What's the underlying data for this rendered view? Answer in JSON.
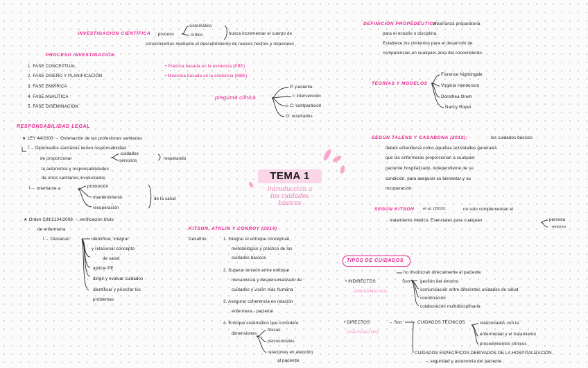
{
  "title": "TEMA 1",
  "subtitle": [
    "introducción a",
    "los cuidados",
    "básicos"
  ],
  "investigacion": {
    "heading": "INVESTIGACIÓN CIENTÍFICA",
    "proceso": ": proceso",
    "sistematico": "sistemático",
    "critico": "crítico",
    "line1": "busca incrementar el cuerpo de",
    "line2": "conocimientos mediante el descubrimiento de nuevos hechos y relaciones"
  },
  "proceso_investigacion": {
    "heading": "PROCESO INVESTIGACIÓN",
    "steps": [
      "1. FASE CONCEPTUAL",
      "2. FASE DISEÑO Y PLANIFICACIÓN",
      "3. FASE EMPÍRICA",
      "4. FASE ANALÍTICA",
      "5. FASE DISEMINACIÓN"
    ]
  },
  "evidencia": [
    "• Práctica basada en la evidencia (PBE)",
    "• Medicina basada en la evidencia (MBE)"
  ],
  "pregunta_clinica": {
    "label": "pregunta clínica",
    "items": [
      "P: paciente",
      "I: intervención",
      "C: comparación",
      "O: resultados"
    ]
  },
  "definicion": {
    "heading": "DEFINICIÓN PROPEDÉUTICA:",
    "lines": [
      "enseñanza preparatoria",
      "para el estudio o disciplina.",
      "Establece los cimientos para el desarrollo de",
      "competencias en cualquier área del conocimiento."
    ]
  },
  "teorias": {
    "heading": "TEORÍAS Y MODELOS",
    "authors": [
      "Florence Nightingale",
      "Virginia Henderson",
      "Dorothea Orem",
      "Nancy Roper"
    ]
  },
  "responsabilidad": {
    "heading": "RESPONSABILIDAD LEGAL",
    "ley": "★ LEY 44/2003 → Ordenación de las profesiones sanitarias",
    "diplomados": "└→ Diplomados sanitarios tienen responsabilidad",
    "de_prop": "de proporcionar",
    "cuidados": "cuidados",
    "servicios": "servicios",
    "respetando": "respetando",
    "autonomia": "la autonomía y responsabilidades",
    "otros": "de otros sanitarios involucrados",
    "orientarse": "└→ orientarse a",
    "promocion": "promoción",
    "mantenimiento": "mantenimiento",
    "recuperacion": "recuperación",
    "salud": "de la salud",
    "orden": "★ Orden CIN/2134/2008 → verificación título",
    "enfermeria": "de enfermería",
    "destacan": "└→ Destacan:",
    "verbs": [
      "identificar, integrar",
      "y relacionar concepto",
      "de salud",
      "aplicar PE",
      "dirigir y evaluar cuidados",
      "identificar y priorizar los",
      "problemas"
    ]
  },
  "kitson_atkin": {
    "heading": "KITSON, ATKLIN Y CONROY (2014)",
    "desafios": "Desafíos:",
    "items": [
      "1. Integrar el enfoque conceptual,",
      "metodológico y práctico de los",
      "cuidados básicos",
      "2. Superar tensión entre enfoque",
      "mecanicista y despersonalizado de",
      "cuidados y visión más humana",
      "3. Asegurar coherencia en relación",
      "enfermera - paciente",
      "4. Enfoque sistemático que considere",
      "dimensiones"
    ],
    "dimensiones": [
      "físicas",
      "psicosociales",
      "relaciones en atención",
      "al paciente"
    ]
  },
  "talens": {
    "heading": "SEGÚN TALENS Y CASABONA (2013):",
    "lines": [
      "los cuidados básicos",
      "deben entenderse como aquellas actividades generales",
      "que las enfermeras proporcionan a cualquier",
      "paciente hospitalizado, independiente de su",
      "condición, para asegurar su bienestar y su",
      "recuperación."
    ]
  },
  "kitson_2010": {
    "heading": "SEGÚN KITSON",
    "year": "et al. (2010):",
    "line1": "no solo complementan el",
    "line2": "tratamiento médico. Esenciales para cualquier",
    "persona": "persona",
    "entorno": "entorno"
  },
  "tipos": {
    "heading": "TIPOS DE CUIDADOS",
    "indirectos": "• INDIRECTOS",
    "indirectos_sub": "(ENFERMEDAD)",
    "no_involucran": "no involucran directamente al paciente",
    "son": "Son",
    "gestion": "gestión del entorno",
    "comunicacion": "comunicación entre diferentes unidades de salud",
    "coordinacion": "coordinación",
    "colaboracion": "colaboración multidisciplinaria",
    "directos": "• DIRECTOS",
    "directos_sub": "(PREVENCIÓN)",
    "son2": "→ Son",
    "tecnicos": "CUIDADOS TÉCNICOS",
    "rel1": "relacionados con la",
    "rel2": "enfermedad y el tratamiento",
    "rel3": "procedimientos clínicos",
    "especificos": "CUIDADOS ESPECÍFICOS DERIVADOS DE LA HOSPITALIZACIÓN",
    "seguridad": "→ seguridad y autonomía del paciente"
  }
}
